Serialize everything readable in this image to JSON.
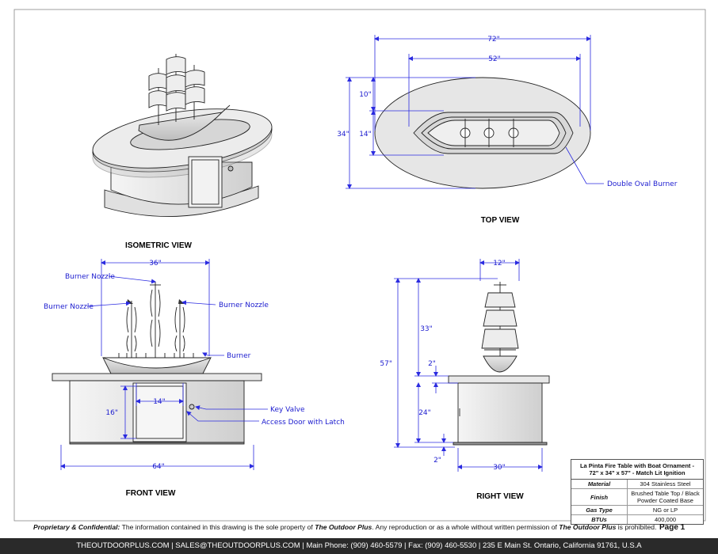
{
  "views": {
    "isometric": "ISOMETRIC VIEW",
    "top": "TOP VIEW",
    "front": "FRONT VIEW",
    "right": "RIGHT VIEW"
  },
  "dimensions": {
    "top_overall_width": "72\"",
    "top_burner_width": "52\"",
    "top_depth": "34\"",
    "top_offset": "10\"",
    "top_burner_depth": "14\"",
    "front_ship_width": "36\"",
    "front_door_width": "14\"",
    "front_door_height": "16\"",
    "front_overall_width": "64\"",
    "right_ship_width": "12\"",
    "right_ship_height": "33\"",
    "right_overall_height": "57\"",
    "right_top_thickness": "2\"",
    "right_base_height": "24\"",
    "right_plinth": "2\"",
    "right_base_width": "30\""
  },
  "callouts": {
    "double_oval_burner": "Double Oval Burner",
    "burner_nozzle_top": "Burner Nozzle",
    "burner_nozzle_left": "Burner Nozzle",
    "burner_nozzle_right": "Burner Nozzle",
    "burner": "Burner",
    "key_valve": "Key Valve",
    "access_door": "Access Door with Latch"
  },
  "title_block": {
    "title": "La Pinta Fire Table with Boat Ornament  - 72\" x 34\" x 57\" - Match Lit Ignition",
    "rows": [
      {
        "key": "Material",
        "value": "304 Stainless Steel"
      },
      {
        "key": "Finish",
        "value": "Brushed Table Top / Black Powder Coated Base"
      },
      {
        "key": "Gas Type",
        "value": "NG or LP"
      },
      {
        "key": "BTUs",
        "value": "400,000"
      }
    ]
  },
  "disclaimer": {
    "lead": "Proprietary & Confidential:",
    "text1": " The information contained in this drawing is the sole property of ",
    "company1": "The Outdoor Plus",
    "text2": ". Any reproduction or as a whole without written permission of ",
    "company2": "The Outdoor Plus",
    "text3": " is prohibited."
  },
  "page": "Page 1",
  "footer": "THEOUTDOORPLUS.COM  |  SALES@THEOUTDOORPLUS.COM  | Main Phone: (909) 460-5579 | Fax: (909) 460-5530 | 235 E Main St. Ontario, California 91761, U.S.A"
}
